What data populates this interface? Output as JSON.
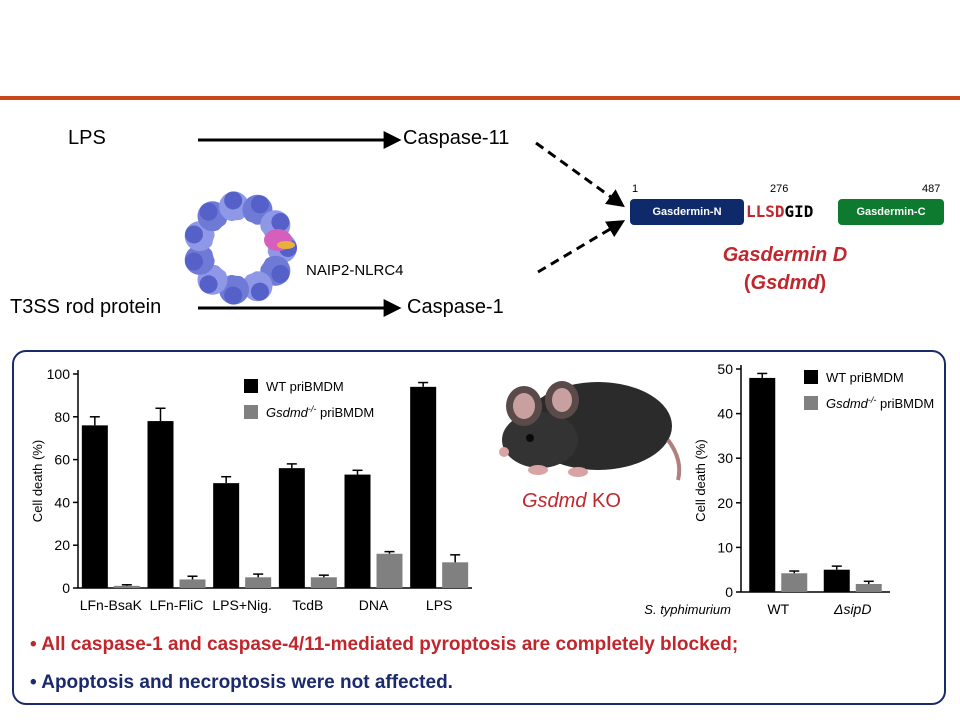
{
  "pathway": {
    "lps": "LPS",
    "caspase11": "Caspase-11",
    "t3ss": "T3SS rod protein",
    "caspase1": "Caspase-1",
    "naip": "NAIP2-NLRC4"
  },
  "gasdermin": {
    "pos_start": "1",
    "pos_cleave": "276",
    "pos_end": "487",
    "n_domain": "Gasdermin-N",
    "c_domain": "Gasdermin-C",
    "motif_red": "LLSD",
    "motif_black": "GID",
    "title": "Gasdermin D",
    "gene_open": "(",
    "gene": "Gsdmd",
    "gene_close": ")"
  },
  "mouse": {
    "gene": "Gsdmd",
    "suffix": " KO"
  },
  "bullets": [
    "• All caspase-1 and caspase-4/11-mediated pyroptosis are completely blocked;",
    "• Apoptosis and necroptosis were not affected."
  ],
  "colors": {
    "accent_rule": "#c8461b",
    "red_text": "#c0272d",
    "navy": "#1a2a6c",
    "n_domain": "#0f2a6b",
    "c_domain": "#0e7a2f",
    "wt_bar": "#000000",
    "ko_bar": "#808080"
  },
  "chart_data": [
    {
      "type": "bar",
      "ylabel": "Cell death (%)",
      "ylim": [
        0,
        100
      ],
      "yticks": [
        "0",
        "20",
        "40",
        "60",
        "80",
        "100"
      ],
      "categories": [
        "LFn-BsaK",
        "LFn-FliC",
        "LPS+Nig.",
        "TcdB",
        "DNA",
        "LPS"
      ],
      "series": [
        {
          "name": "WT priBMDM",
          "values": [
            76,
            78,
            49,
            56,
            53,
            94
          ],
          "errors": [
            4,
            6,
            3,
            2,
            2,
            2
          ]
        },
        {
          "name_main": "Gsdmd",
          "name_sup": "-/-",
          "name_rest": " priBMDM",
          "values": [
            1,
            4,
            5,
            5,
            16,
            12
          ],
          "errors": [
            0.5,
            1.5,
            1.5,
            1,
            1,
            3.5
          ]
        }
      ],
      "legend": "top-right"
    },
    {
      "type": "bar",
      "ylabel": "Cell death (%)",
      "xlabel": "S. typhimurium",
      "ylim": [
        0,
        50
      ],
      "yticks": [
        "0",
        "10",
        "20",
        "30",
        "40",
        "50"
      ],
      "categories": [
        "WT",
        "ΔsipD"
      ],
      "series": [
        {
          "name": "WT priBMDM",
          "values": [
            48,
            5
          ],
          "errors": [
            1,
            0.8
          ]
        },
        {
          "name_main": "Gsdmd",
          "name_sup": "-/-",
          "name_rest": " priBMDM",
          "values": [
            4.2,
            1.8
          ],
          "errors": [
            0.5,
            0.6
          ]
        }
      ],
      "legend": "top-right"
    }
  ]
}
